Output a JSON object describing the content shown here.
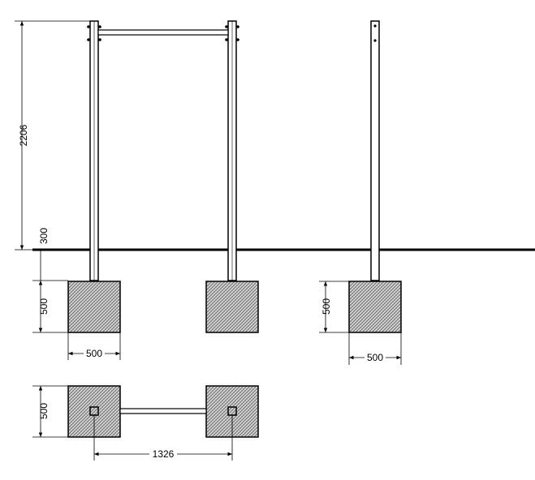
{
  "drawing": {
    "dimensions": {
      "pole_height": "2206",
      "embed_depth": "300",
      "footing_height_front": "500",
      "footing_width_front": "500",
      "footing_height_side": "500",
      "footing_width_side": "500",
      "plan_depth": "500",
      "plan_spacing": "1326"
    },
    "colors": {
      "line": "#000000",
      "concrete_fill": "#c9c9c9"
    }
  }
}
